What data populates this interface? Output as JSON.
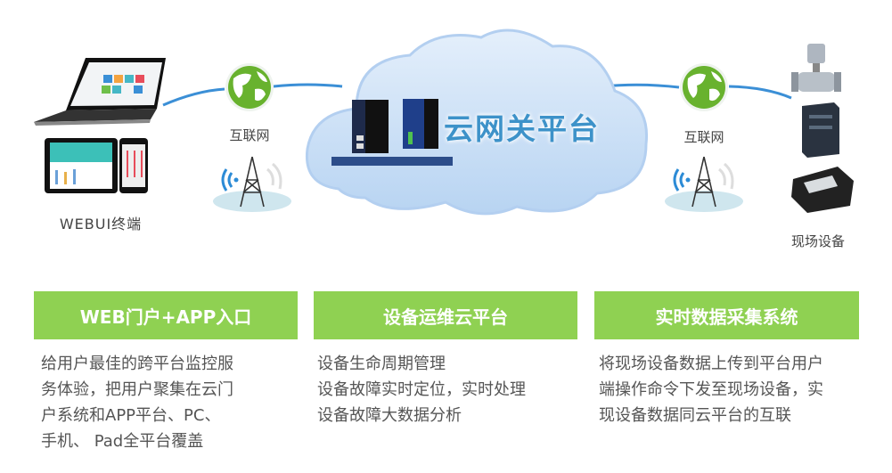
{
  "left": {
    "label": "WEBUI终端"
  },
  "internet_left": {
    "label": "互联网"
  },
  "cloud": {
    "title": "云网关平台"
  },
  "internet_right": {
    "label": "互联网"
  },
  "right": {
    "label": "现场设备"
  },
  "colors": {
    "accent_green": "#8fd152",
    "cloud_blue": "#3d92c9",
    "line_blue": "#3b8fd6"
  },
  "cards": [
    {
      "title": "WEB门户+APP入口",
      "lines": [
        "给用户最佳的跨平台监控服",
        "务体验，把用户聚集在云门",
        "户系统和APP平台、PC、",
        "手机、 Pad全平台覆盖"
      ]
    },
    {
      "title": "设备运维云平台",
      "lines": [
        "设备生命周期管理",
        "设备故障实时定位，实时处理",
        "设备故障大数据分析"
      ]
    },
    {
      "title": "实时数据采集系统",
      "lines": [
        "将现场设备数据上传到平台用户",
        "端操作命令下发至现场设备，实",
        "现设备数据同云平台的互联"
      ]
    }
  ]
}
